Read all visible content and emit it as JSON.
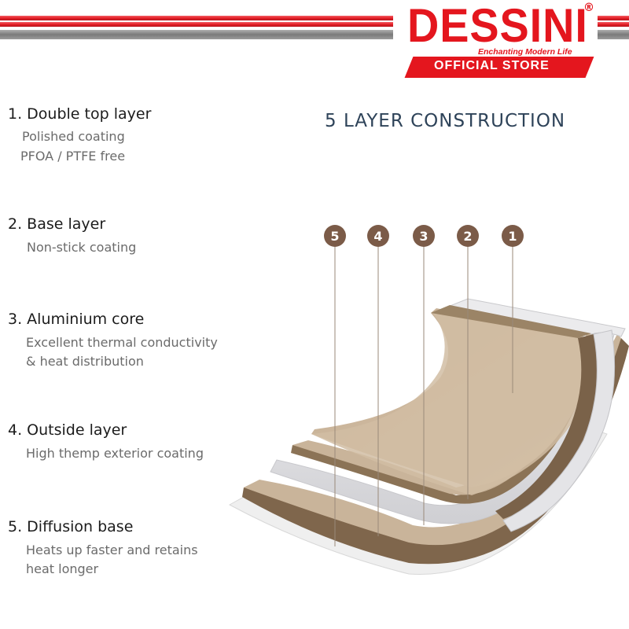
{
  "brand": {
    "name": "DESSINI",
    "registered": "®",
    "tagline": "Enchanting Modern Life",
    "store_label": "OFFICIAL STORE",
    "color": "#e4161e"
  },
  "heading": "5 LAYER CONSTRUCTION",
  "layers": [
    {
      "title": "1. Double top layer",
      "lines": [
        "Polished coating",
        "PFOA / PTFE free"
      ]
    },
    {
      "title": "2. Base layer",
      "lines": [
        "Non-stick coating"
      ]
    },
    {
      "title": "3. Aluminium core",
      "lines": [
        "Excellent thermal conductivity",
        "& heat distribution"
      ]
    },
    {
      "title": "4. Outside layer",
      "lines": [
        "High themp exterior coating"
      ]
    },
    {
      "title": "5. Diffusion base",
      "lines": [
        "Heats up faster and retains",
        "heat longer"
      ]
    }
  ],
  "markers": [
    "5",
    "4",
    "3",
    "2",
    "1"
  ],
  "colors": {
    "stripe_red": "#e62028",
    "stripe_gray": "#8c8c8c",
    "marker": "#7b5b48",
    "layer_tan": "#c9b49a",
    "layer_dark": "#8b7356",
    "layer_silver": "#e6e6e8"
  }
}
